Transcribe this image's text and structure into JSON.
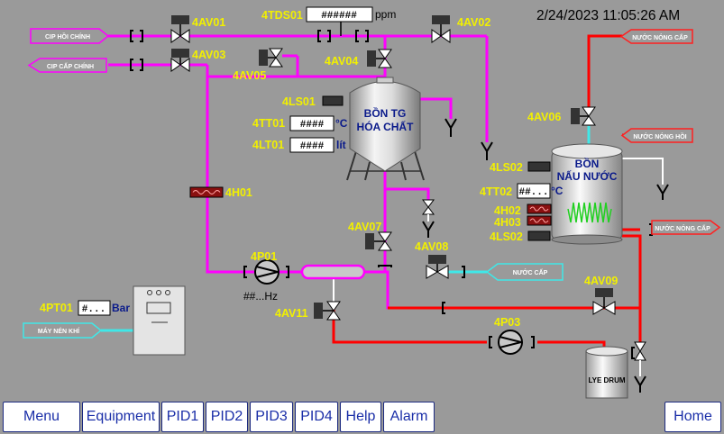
{
  "datetime": "2/24/2023 11:05:26 AM",
  "tags": {
    "av01": "4AV01",
    "av02": "4AV02",
    "av03": "4AV03",
    "av04": "4AV04",
    "av05": "4AV05",
    "av06": "4AV06",
    "av07": "4AV07",
    "av08": "4AV08",
    "av09": "4AV09",
    "av11": "4AV11",
    "tds01": "4TDS01",
    "ls01": "4LS01",
    "ls02a": "4LS02",
    "ls02b": "4LS02",
    "tt01": "4TT01",
    "tt02": "4TT02",
    "lt01": "4LT01",
    "h01": "4H01",
    "h02": "4H02",
    "h03": "4H03",
    "p01": "4P01",
    "p03": "4P03",
    "pt01": "4PT01"
  },
  "values": {
    "tds01": "######",
    "tds01_unit": "ppm",
    "tt01": "####",
    "tt01_unit": "°C",
    "lt01": "####",
    "lt01_unit": "lít",
    "tt02": "##...",
    "tt02_unit": "°C",
    "pt01": "#...",
    "pt01_unit": "Bar",
    "p01_speed": "##...Hz"
  },
  "tanks": {
    "chem_line1": "BỒN TG",
    "chem_line2": "HÓA CHẤT",
    "boil_line1": "BỒN",
    "boil_line2": "NẤU NƯỚC",
    "lye": "LYE DRUM"
  },
  "arrows": {
    "cip_return": "CIP HỒI CHÍNH",
    "cip_supply": "CIP CẤP CHÍNH",
    "hot_supply_top": "NƯỚC NÓNG CẤP",
    "hot_return": "NƯỚC NÓNG HỒI",
    "hot_supply_right": "NƯỚC NÓNG CẤP",
    "water_supply": "NƯỚC CẤP",
    "air_compressor": "MÁY NÉN KHÍ"
  },
  "colors": {
    "magenta": "#ff00ff",
    "red": "#ff0000",
    "cyan": "#3fe8e8",
    "white": "#ffffff",
    "tag_yellow": "#f2f000",
    "background": "#9a9a9a",
    "nav_text": "#1a2ea8"
  },
  "nav": {
    "menu": "Menu",
    "equipment": "Equipment",
    "pid1": "PID1",
    "pid2": "PID2",
    "pid3": "PID3",
    "pid4": "PID4",
    "help": "Help",
    "alarm": "Alarm",
    "home": "Home"
  }
}
